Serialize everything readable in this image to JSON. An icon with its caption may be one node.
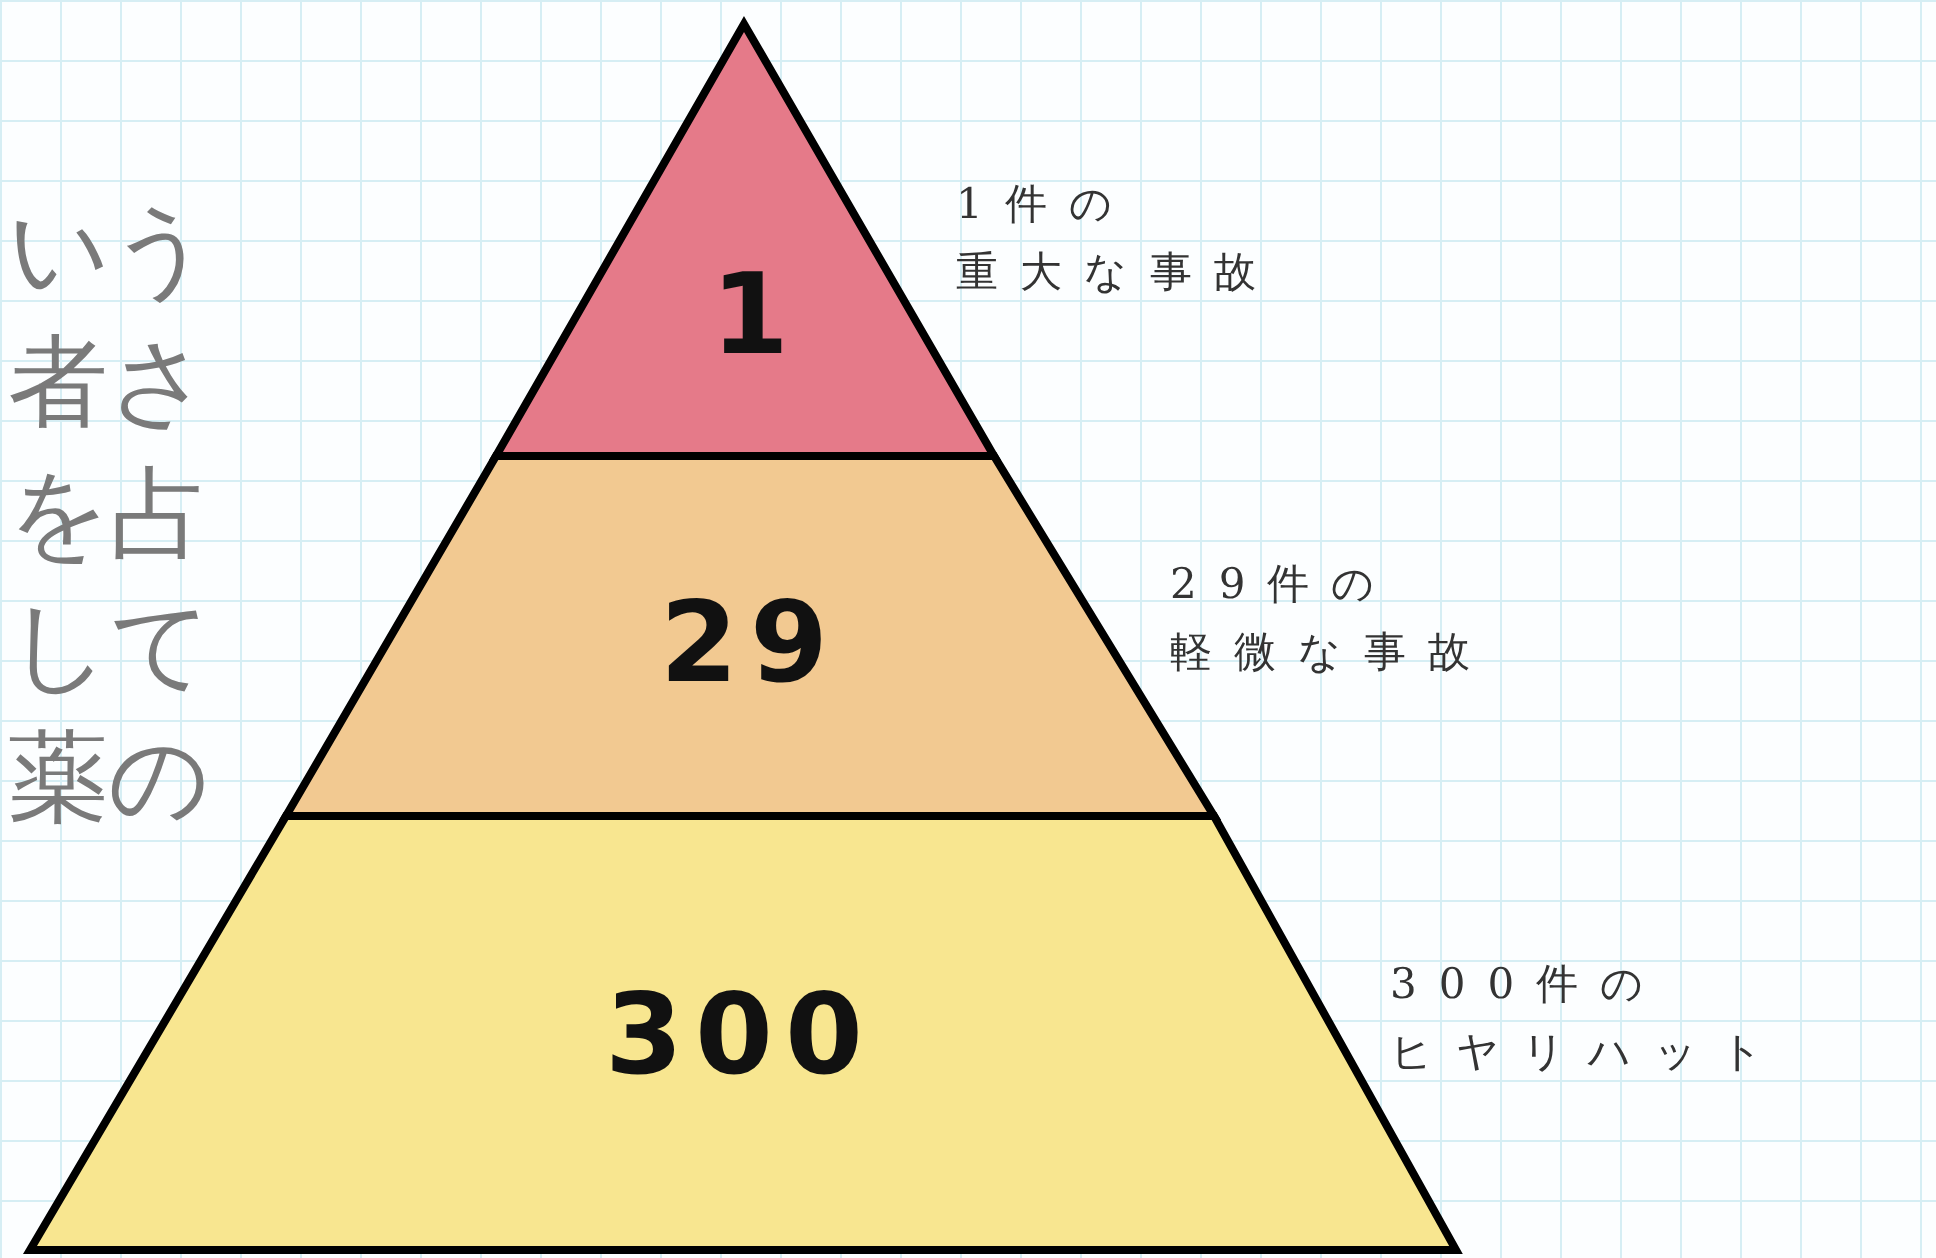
{
  "diagram": {
    "nodes": [
      {
        "text": [
          "1"
        ],
        "beside": [
          "1件の",
          "重大な事故"
        ]
      },
      {
        "text": [
          "29"
        ],
        "beside": [
          "29件の",
          "軽微な事故"
        ]
      },
      {
        "text": [
          "300"
        ],
        "beside": [
          "300件の",
          "ヒヤリハット"
        ]
      }
    ],
    "labels": [
      "いう",
      "者さ",
      "を占",
      "して",
      "薬の"
    ]
  }
}
